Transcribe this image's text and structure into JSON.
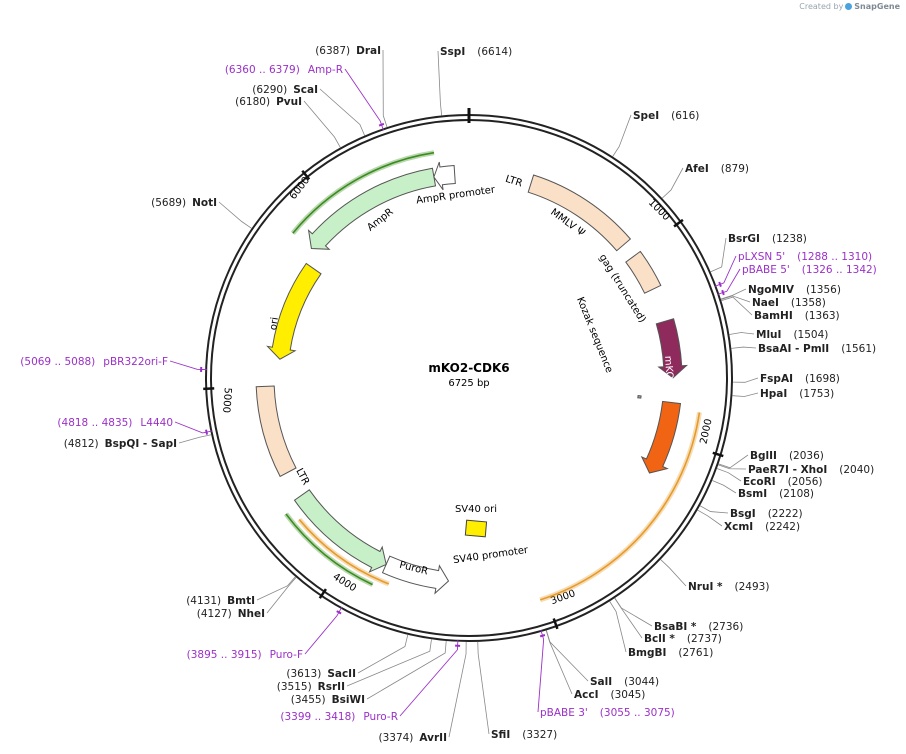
{
  "credit": {
    "prefix": "Created by",
    "brand": "SnapGene"
  },
  "plasmid": {
    "name": "mKO2-CDK6",
    "length_label": "6725 bp",
    "length": 6725
  },
  "ticks": [
    "1000",
    "2000",
    "3000",
    "4000",
    "5000",
    "6000"
  ],
  "colors": {
    "backbone": "#222222",
    "site": "#222222",
    "primer": "#9b30c8",
    "leader": "#888888"
  },
  "sites": [
    {
      "name": "SspI",
      "pos": "(6614)",
      "bp": 6614
    },
    {
      "name": "SpeI",
      "pos": "(616)",
      "bp": 616
    },
    {
      "name": "AfeI",
      "pos": "(879)",
      "bp": 879
    },
    {
      "name": "BsrGI",
      "pos": "(1238)",
      "bp": 1238
    },
    {
      "name": "NgoMIV",
      "pos": "(1356)",
      "bp": 1356
    },
    {
      "name": "NaeI",
      "pos": "(1358)",
      "bp": 1358
    },
    {
      "name": "BamHI",
      "pos": "(1363)",
      "bp": 1363
    },
    {
      "name": "MluI",
      "pos": "(1504)",
      "bp": 1504
    },
    {
      "name": "BsaAI  - PmlI",
      "pos": "(1561)",
      "bp": 1561
    },
    {
      "name": "FspAI",
      "pos": "(1698)",
      "bp": 1698
    },
    {
      "name": "HpaI",
      "pos": "(1753)",
      "bp": 1753
    },
    {
      "name": "BglII",
      "pos": "(2036)",
      "bp": 2036
    },
    {
      "name": "PaeR7I  - XhoI",
      "pos": "(2040)",
      "bp": 2040
    },
    {
      "name": "EcoRI",
      "pos": "(2056)",
      "bp": 2056
    },
    {
      "name": "BsmI",
      "pos": "(2108)",
      "bp": 2108
    },
    {
      "name": "BsgI",
      "pos": "(2222)",
      "bp": 2222
    },
    {
      "name": "XcmI",
      "pos": "(2242)",
      "bp": 2242
    },
    {
      "name": "NruI *",
      "pos": "(2493)",
      "bp": 2493
    },
    {
      "name": "BsaBI *",
      "pos": "(2736)",
      "bp": 2736
    },
    {
      "name": "BclI *",
      "pos": "(2737)",
      "bp": 2737
    },
    {
      "name": "BmgBI",
      "pos": "(2761)",
      "bp": 2761
    },
    {
      "name": "SalI",
      "pos": "(3044)",
      "bp": 3044
    },
    {
      "name": "AccI",
      "pos": "(3045)",
      "bp": 3045
    },
    {
      "name": "SfiI",
      "pos": "(3327)",
      "bp": 3327
    },
    {
      "name": "AvrII",
      "pos": "(3374)",
      "bp": 3374
    },
    {
      "name": "BsiWI",
      "pos": "(3455)",
      "bp": 3455
    },
    {
      "name": "RsrII",
      "pos": "(3515)",
      "bp": 3515
    },
    {
      "name": "SacII",
      "pos": "(3613)",
      "bp": 3613
    },
    {
      "name": "NheI",
      "pos": "(4127)",
      "bp": 4127
    },
    {
      "name": "BmtI",
      "pos": "(4131)",
      "bp": 4131
    },
    {
      "name": "BspQI  - SapI",
      "pos": "(4812)",
      "bp": 4812
    },
    {
      "name": "NotI",
      "pos": "(5689)",
      "bp": 5689
    },
    {
      "name": "PvuI",
      "pos": "(6180)",
      "bp": 6180
    },
    {
      "name": "ScaI",
      "pos": "(6290)",
      "bp": 6290
    },
    {
      "name": "DraI",
      "pos": "(6387)",
      "bp": 6387
    }
  ],
  "primers": [
    {
      "name": "pLXSN 5'",
      "range": "(1288 .. 1310)",
      "bp": 1299
    },
    {
      "name": "pBABE 5'",
      "range": "(1326 .. 1342)",
      "bp": 1334
    },
    {
      "name": "pBABE 3'",
      "range": "(3055 .. 3075)",
      "bp": 3065
    },
    {
      "name": "Puro-R",
      "range": "(3399 .. 3418)",
      "bp": 3408
    },
    {
      "name": "Puro-F",
      "range": "(3895 .. 3915)",
      "bp": 3905
    },
    {
      "name": "L4440",
      "range": "(4818 .. 4835)",
      "bp": 4826
    },
    {
      "name": "pBR322ori-F",
      "range": "(5069 .. 5088)",
      "bp": 5078
    },
    {
      "name": "Amp-R",
      "range": "(6360 .. 6379)",
      "bp": 6369
    }
  ],
  "features": [
    {
      "name": "LTR",
      "start": 330,
      "end": 920,
      "dir": "none",
      "color": "#fbe0c8"
    },
    {
      "name": "MMLV Ψ",
      "start": 1000,
      "end": 1200,
      "dir": "none",
      "color": "#fbe0c8"
    },
    {
      "name": "gag (truncated)",
      "start": 1380,
      "end": 1680,
      "dir": "cw",
      "color": "#8f2a5c"
    },
    {
      "name": "Kozak sequence",
      "start": 1792,
      "end": 1806,
      "dir": "none",
      "color": "#aaaaaa"
    },
    {
      "name": "mKO2",
      "start": 1810,
      "end": 2200,
      "dir": "cw",
      "color": "#f06414"
    },
    {
      "name": "SV40 promoter",
      "start": 3470,
      "end": 3810,
      "dir": "ccw",
      "color": "#ffffff"
    },
    {
      "name": "SV40 ori",
      "start": 3440,
      "end": 3530,
      "dir": "none",
      "color": "#ffee00"
    },
    {
      "name": "PuroR",
      "start": 3810,
      "end": 4390,
      "dir": "ccw",
      "color": "#c8f0c8"
    },
    {
      "name": "LTR",
      "start": 4530,
      "end": 5000,
      "dir": "none",
      "color": "#fbe0c8"
    },
    {
      "name": "ori",
      "start": 5150,
      "end": 5700,
      "dir": "ccw",
      "color": "#ffee00"
    },
    {
      "name": "AmpR",
      "start": 5780,
      "end": 6540,
      "dir": "ccw",
      "color": "#c8f0c8"
    },
    {
      "name": "AmpR promoter",
      "start": 6540,
      "end": 6650,
      "dir": "ccw",
      "color": "#ffffff"
    }
  ]
}
